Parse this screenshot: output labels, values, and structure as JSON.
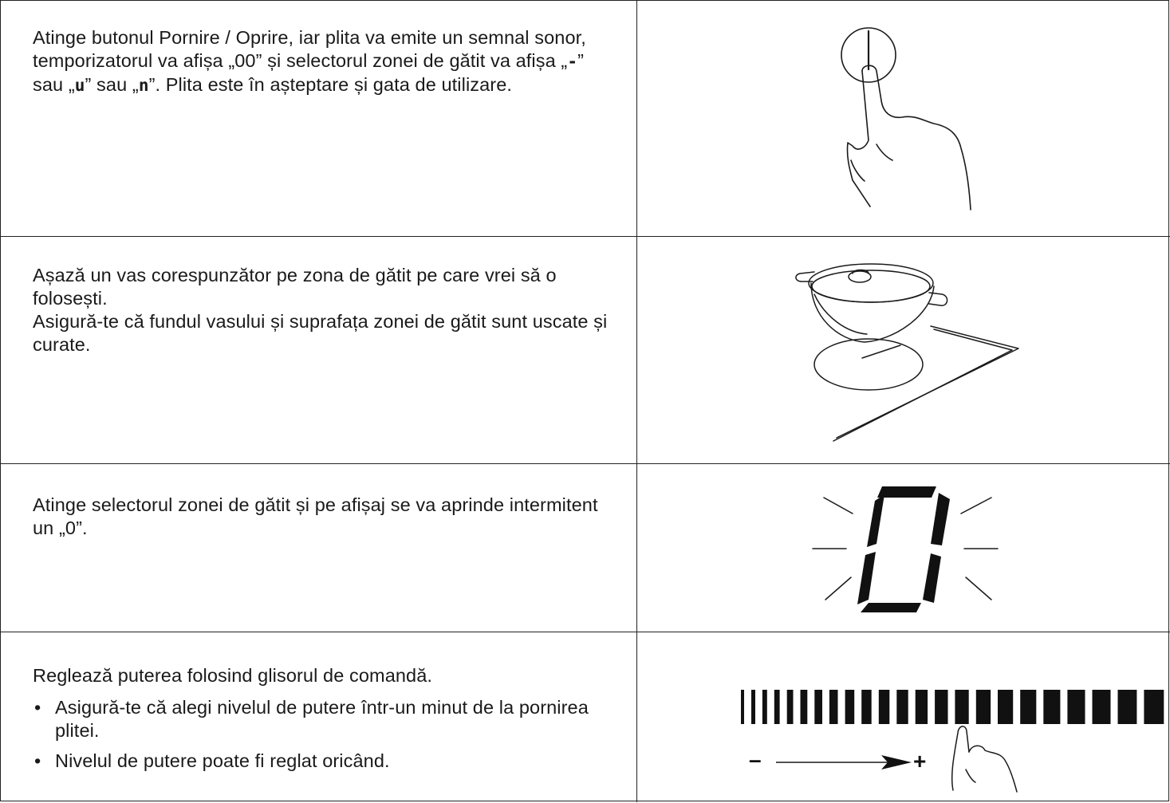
{
  "steps": [
    {
      "text_parts": {
        "a": "Atinge butonul Pornire / Oprire, iar plita va emite un semnal sonor, temporizatorul va afișa „00” și selectorul zonei de gătit va afișa „",
        "seg1": "-",
        "b": "” sau „",
        "seg2": "u",
        "c": "” sau „",
        "seg3": "n",
        "d": "”. Plita este în așteptare și gata de utilizare."
      },
      "illustration": "finger-pressing-power-button-icon"
    },
    {
      "paragraphs": [
        "Așază un vas corespunzător pe zona de gătit pe care vrei să o folosești.",
        "Asigură-te că fundul vasului și suprafața zonei de gătit sunt uscate și curate."
      ],
      "illustration": "pot-on-cooking-zone-icon"
    },
    {
      "text": "Atinge selectorul zonei de gătit și pe afișaj se va aprinde intermitent un „0”.",
      "illustration": "blinking-zero-display-icon",
      "display_digit": "0"
    },
    {
      "intro": "Reglează puterea folosind glisorul de comandă.",
      "bullets": [
        "Asigură-te că alegi nivelul de putere într-un minut de la pornirea plitei.",
        "Nivelul de putere poate fi reglat oricând."
      ],
      "illustration": "slider-control-icon",
      "slider": {
        "minus": "–",
        "plus": "+"
      }
    }
  ],
  "colors": {
    "text": "#1a1a1a",
    "line": "#222222"
  }
}
